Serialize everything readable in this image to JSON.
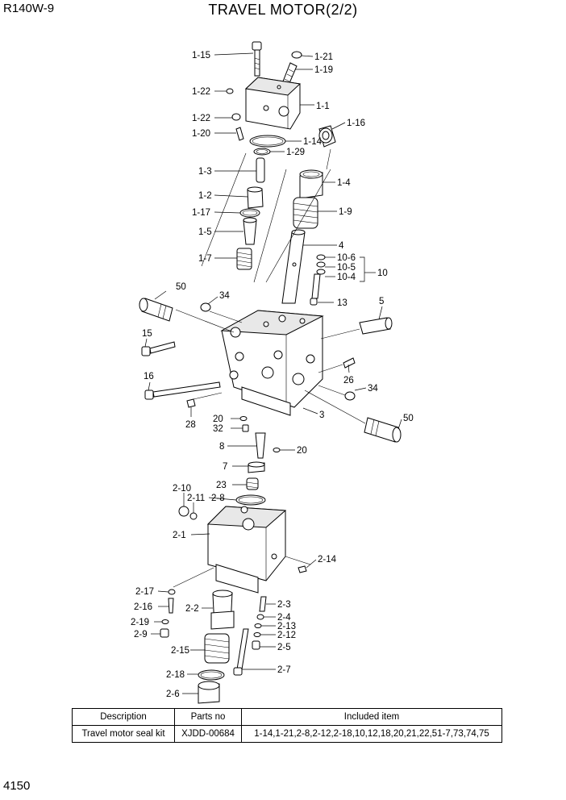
{
  "header": {
    "model": "R140W-9",
    "title": "TRAVEL MOTOR(2/2)"
  },
  "footer": {
    "page_number": "4150"
  },
  "callouts": {
    "c1_15": "1-15",
    "c1_21": "1-21",
    "c1_19": "1-19",
    "c1_22a": "1-22",
    "c1_1": "1-1",
    "c1_22b": "1-22",
    "c1_16": "1-16",
    "c1_20": "1-20",
    "c1_14": "1-14",
    "c1_29": "1-29",
    "c1_3": "1-3",
    "c1_4": "1-4",
    "c1_2": "1-2",
    "c1_17": "1-17",
    "c1_9": "1-9",
    "c1_5": "1-5",
    "c4": "4",
    "c1_7": "1-7",
    "c10_6": "10-6",
    "c10_5": "10-5",
    "c10_4": "10-4",
    "c10": "10",
    "c50a": "50",
    "c34a": "34",
    "c13": "13",
    "c5": "5",
    "c15": "15",
    "c26": "26",
    "c16": "16",
    "c34b": "34",
    "c28": "28",
    "c20a": "20",
    "c32": "32",
    "c3": "3",
    "c50b": "50",
    "c8": "8",
    "c20b": "20",
    "c7": "7",
    "c2_10": "2-10",
    "c23": "23",
    "c2_11": "2-11",
    "c2_8": "2-8",
    "c2_1": "2-1",
    "c2_14": "2-14",
    "c2_17": "2-17",
    "c2_16": "2-16",
    "c2_2": "2-2",
    "c2_3": "2-3",
    "c2_4": "2-4",
    "c2_19": "2-19",
    "c2_13": "2-13",
    "c2_9": "2-9",
    "c2_12": "2-12",
    "c2_5": "2-5",
    "c2_15": "2-15",
    "c2_7": "2-7",
    "c2_18": "2-18",
    "c2_6": "2-6"
  },
  "seal_kit_table": {
    "headers": [
      "Description",
      "Parts no",
      "Included item"
    ],
    "rows": [
      [
        "Travel motor seal kit",
        "XJDD-00684",
        "1-14,1-21,2-8,2-12,2-18,10,12,18,20,21,22,51-7,73,74,75"
      ]
    ]
  }
}
